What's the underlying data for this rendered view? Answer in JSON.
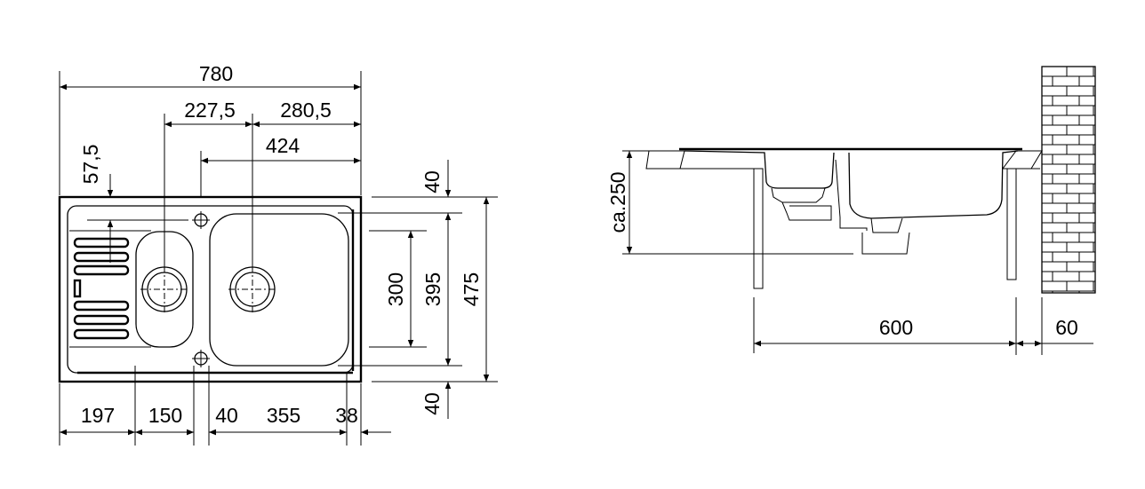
{
  "plan_view": {
    "overall_width": "780",
    "bowl_center_offset": "227,5",
    "right_offset": "280,5",
    "tap_offset": "424",
    "drainer_offset": "57,5",
    "bottom": [
      "197",
      "150",
      "40",
      "355",
      "38"
    ],
    "top_margin": "40",
    "bottom_margin": "40",
    "small_bowl_depth": "300",
    "large_bowl_depth": "395",
    "overall_depth": "475"
  },
  "side_view": {
    "height_label": "ca.250",
    "cabinet_width": "600",
    "wall_gap": "60"
  }
}
